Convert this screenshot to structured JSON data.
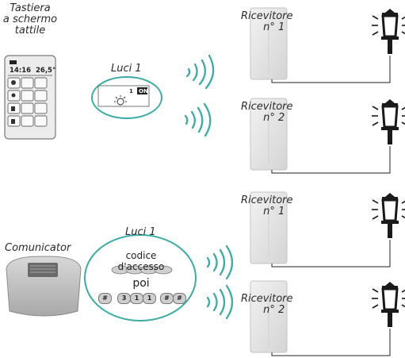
{
  "top": {
    "keypad_label": [
      "Tastiera",
      "a schermo",
      "tattile"
    ],
    "keypad_screen": {
      "time": "14:16",
      "temp": "26,5°"
    },
    "bubble_title": "Luci 1",
    "bubble_switch": {
      "number": "1",
      "state": "ON"
    },
    "receiver1": [
      "Ricevitore",
      "n° 1"
    ],
    "receiver2": [
      "Ricevitore",
      "n° 2"
    ]
  },
  "bottom": {
    "communicator_label": "Comunicator",
    "bubble_title": "Luci 1",
    "access_code": "codice d'accesso",
    "then": "poi",
    "keys": [
      "#",
      "3",
      "1",
      "1",
      "#",
      "#"
    ],
    "receiver1": [
      "Ricevitore",
      "n° 1"
    ],
    "receiver2": [
      "Ricevitore",
      "n° 2"
    ]
  },
  "colors": {
    "teal": "#3aada6",
    "receiver": "#e6e6e6",
    "lamp": "#1a1a1a"
  }
}
